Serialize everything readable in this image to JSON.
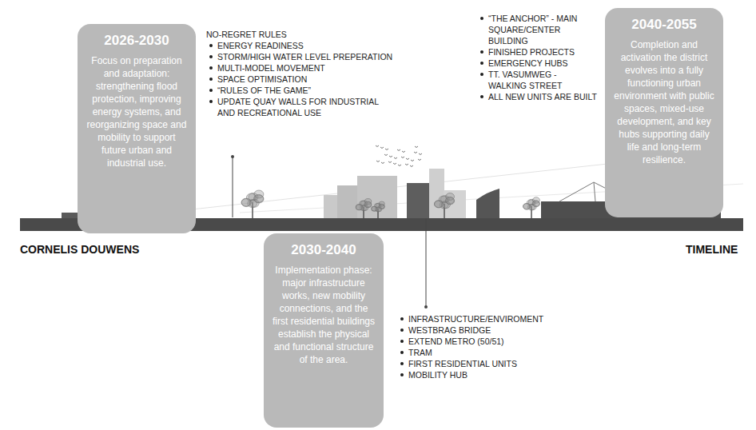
{
  "diagram": {
    "nodes": [
      {
        "text": [
          "2026-2030",
          "Focus on preparation and adaptation: strengthening flood protection, improving energy systems, and reorganizing space and mobility to support future urban and industrial use."
        ]
      },
      {
        "text": [
          "2030-2040",
          "Implementation phase: major infrastructure works, new mobility connections, and the first residential buildings establish the physical and functional structure of the area."
        ]
      },
      {
        "text": [
          "2040-2055",
          "Completion and activation the district evolves into a fully functioning urban environment with public spaces, mixed-use development, and key hubs supporting daily life and long-term resilience."
        ]
      }
    ],
    "labels": [
      "NO-REGRET RULES",
      "ENERGY READINESS",
      "STORM/HIGH WATER LEVEL PREPERATION",
      "MULTI-MODEL MOVEMENT",
      "SPACE OPTIMISATION",
      "“RULES OF THE GAME”",
      "UPDATE QUAY WALLS FOR INDUSTRIAL AND RECREATIONAL USE",
      "“THE ANCHOR” - MAIN SQUARE/CENTER BUILDING",
      "FINISHED PROJECTS",
      "EMERGENCY HUBS",
      "TT. VASUMWEG - WALKING STREET",
      "ALL NEW UNITS ARE BUILT",
      "CORNELIS DOUWENS",
      "TIMELINE",
      "INFRASTRUCTURE/ENVIROMENT",
      "WESTBRAG BRIDGE",
      "EXTEND METRO (50/51)",
      "TRAM",
      "FIRST RESIDENTIAL UNITS",
      "MOBILITY HUB"
    ]
  }
}
